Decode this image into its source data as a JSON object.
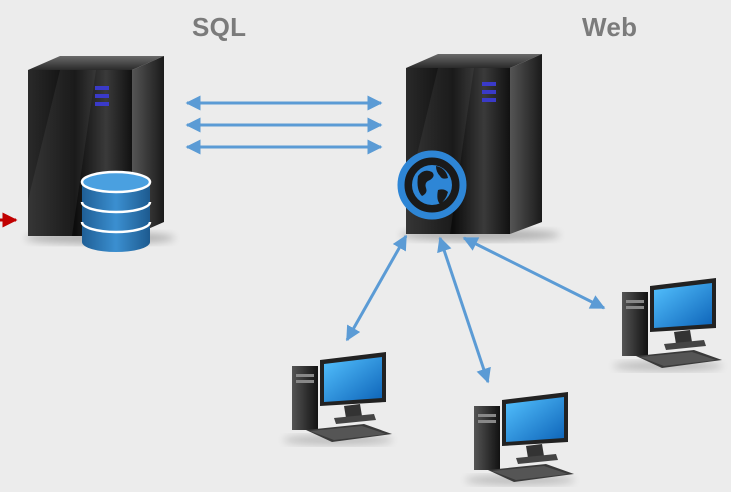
{
  "labels": {
    "sql": "SQL",
    "web": "Web"
  },
  "nodes": [
    {
      "id": "sql-server",
      "icon": "server-tower-icon",
      "badge": "database-icon"
    },
    {
      "id": "web-server",
      "icon": "server-tower-icon",
      "badge": "globe-icon"
    },
    {
      "id": "client-1",
      "icon": "desktop-computer-icon"
    },
    {
      "id": "client-2",
      "icon": "desktop-computer-icon"
    },
    {
      "id": "client-3",
      "icon": "desktop-computer-icon"
    }
  ],
  "connections": [
    {
      "from": "sql-server",
      "to": "web-server",
      "count": 3,
      "direction": "bidirectional"
    },
    {
      "from": "web-server",
      "to": "client-1",
      "direction": "bidirectional"
    },
    {
      "from": "web-server",
      "to": "client-2",
      "direction": "bidirectional"
    },
    {
      "from": "web-server",
      "to": "client-3",
      "direction": "bidirectional"
    },
    {
      "from": "offscreen-left",
      "to": "sql-server",
      "direction": "incoming"
    }
  ],
  "colors": {
    "background": "#ececec",
    "label": "#7b7b7b",
    "arrow": "#5b9bd5",
    "incoming_arrow": "#c00000",
    "server_body": "#151515",
    "database": "#2e78b5",
    "globe": "#2e86d6",
    "monitor_screen": "#1e8fe0"
  }
}
